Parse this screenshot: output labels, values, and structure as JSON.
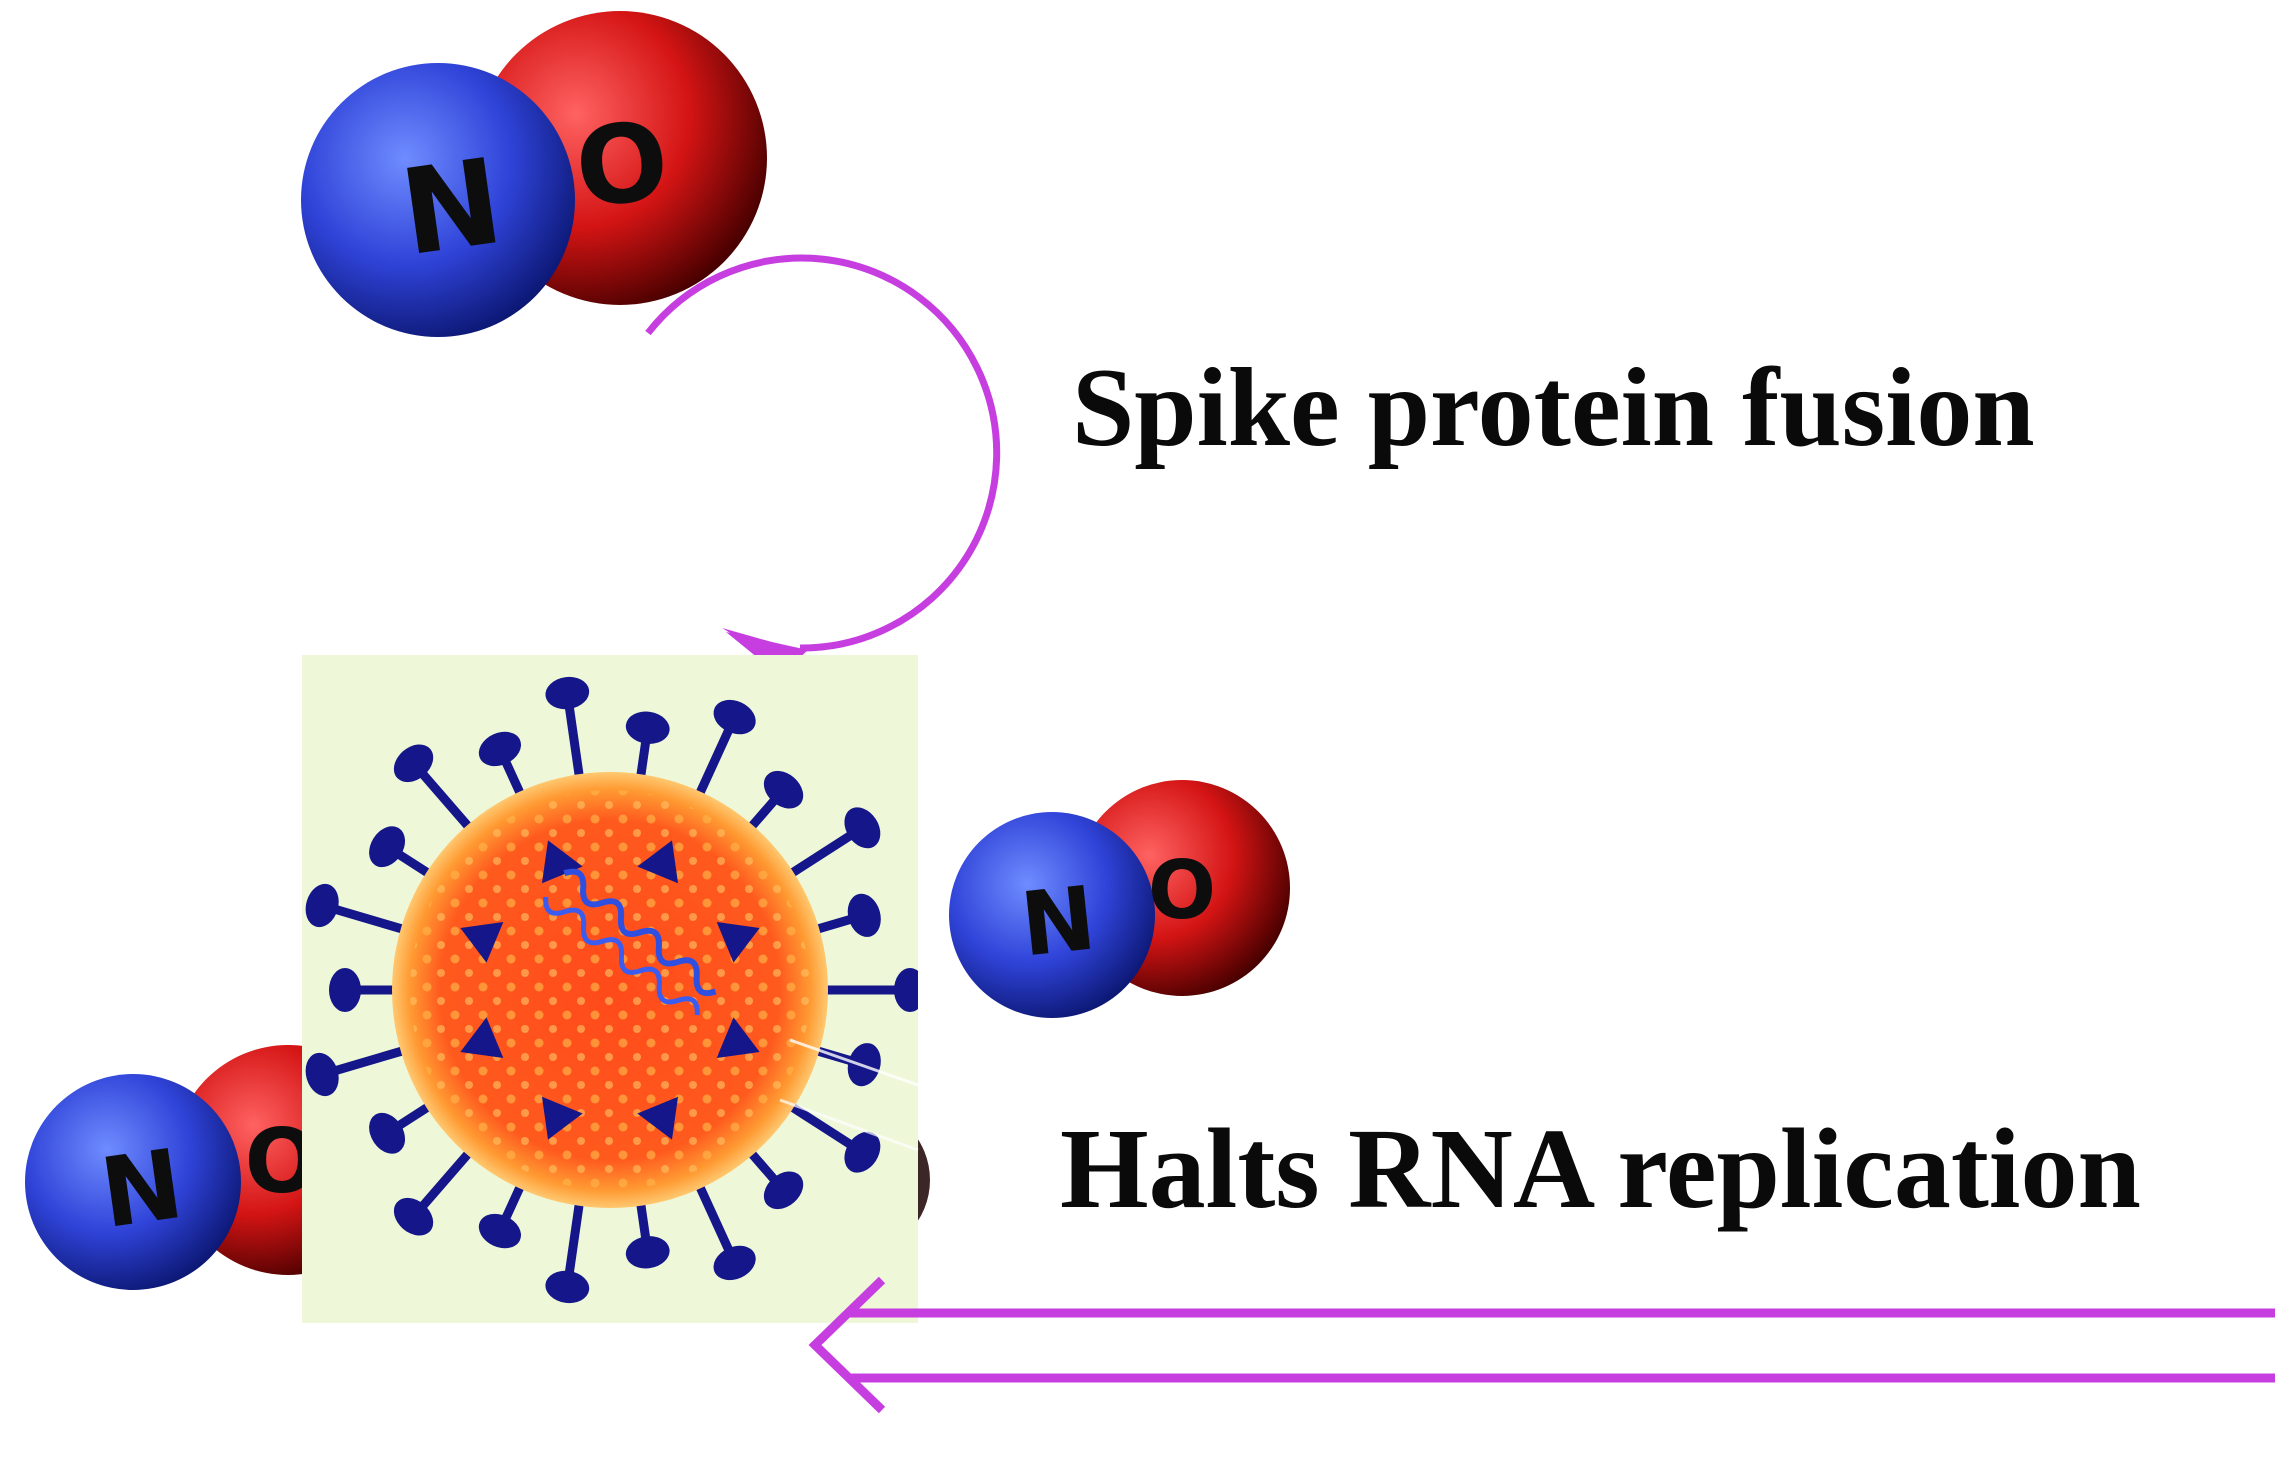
{
  "labels": {
    "spike_protein_fusion": "Spike protein fusion",
    "halts_rna_replication": "Halts RNA replication"
  },
  "molecule": {
    "atoms": [
      "N",
      "O"
    ],
    "icon": "nitric-oxide-molecule"
  },
  "virus": {
    "icon": "coronavirus-particle"
  },
  "colors": {
    "nitrogen": "#2f43d8",
    "oxygen": "#d41414",
    "arrow": "#c63ee0",
    "virus_core": "#ff5a1e",
    "virus_spikes": "#14168a",
    "virus_background": "#eef8d8"
  }
}
